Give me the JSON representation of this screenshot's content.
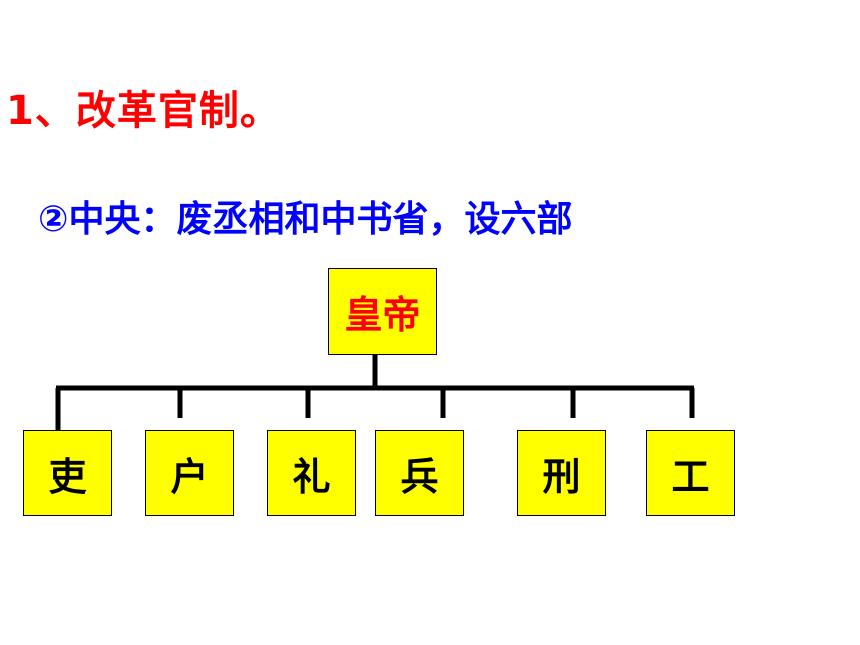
{
  "title": "1、改革官制。",
  "subtitle": "②中央：废丞相和中书省，设六部",
  "emperor": "皇帝",
  "departments": [
    "吏",
    "户",
    "礼",
    "兵",
    "刑",
    "工"
  ],
  "colors": {
    "title": "#ff0000",
    "subtitle": "#0000ff",
    "box_fill": "#ffff00",
    "emperor_text": "#ff0000",
    "dept_text": "#000000",
    "lines": "#000000"
  }
}
